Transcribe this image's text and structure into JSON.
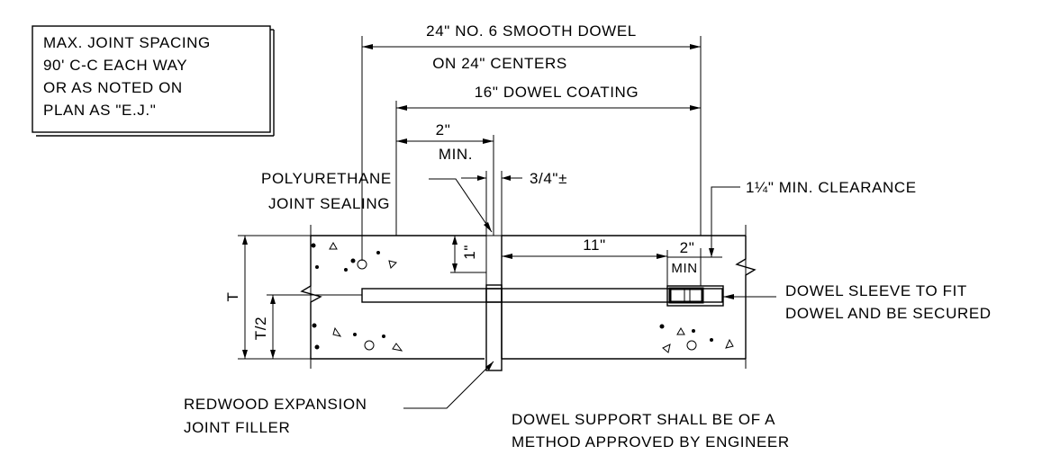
{
  "note_box": {
    "lines": [
      "MAX. JOINT SPACING",
      "90' C-C EACH WAY",
      "OR AS NOTED ON",
      "PLAN AS \"E.J.\""
    ]
  },
  "dims": {
    "dowel_length": "24\" NO. 6 SMOOTH DOWEL",
    "dowel_centers": "ON 24\" CENTERS",
    "dowel_coating": "16\" DOWEL COATING",
    "min_2": "2\"",
    "min_label": "MIN.",
    "gap": "3/4\"±",
    "clearance": "1¼\" MIN. CLEARANCE",
    "one_inch": "1\"",
    "eleven": "11\"",
    "two_right": "2\"",
    "min_right": "MIN",
    "thickness": "T",
    "half_thickness": "T/2"
  },
  "labels": {
    "sealing_1": "POLYURETHANE",
    "sealing_2": "JOINT SEALING",
    "sleeve_1": "DOWEL SLEEVE TO FIT",
    "sleeve_2": "DOWEL AND BE SECURED",
    "filler_1": "REDWOOD EXPANSION",
    "filler_2": "JOINT FILLER",
    "support_1": "DOWEL SUPPORT SHALL BE OF A",
    "support_2": "METHOD APPROVED BY ENGINEER"
  }
}
